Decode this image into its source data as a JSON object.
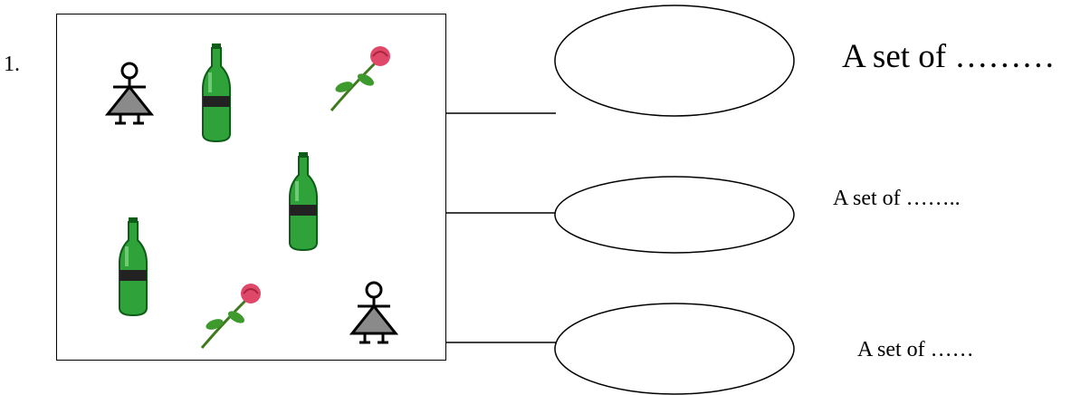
{
  "question": {
    "number": "1.",
    "items": [
      {
        "type": "person",
        "icon": "person-icon"
      },
      {
        "type": "bottle",
        "icon": "green-bottle-icon"
      },
      {
        "type": "rose",
        "icon": "rose-icon"
      },
      {
        "type": "bottle",
        "icon": "green-bottle-icon"
      },
      {
        "type": "bottle",
        "icon": "green-bottle-icon"
      },
      {
        "type": "rose",
        "icon": "rose-icon"
      },
      {
        "type": "person",
        "icon": "person-icon"
      }
    ],
    "answers": [
      {
        "label": "A set of ………"
      },
      {
        "label": "A set of …….."
      },
      {
        "label": "A set of ……"
      }
    ]
  },
  "colors": {
    "bottle_green": "#2fa33a",
    "bottle_dark": "#0d5c17",
    "rose_red": "#e0486a",
    "leaf_green": "#3f9a2e",
    "person_gray": "#8a8a8a"
  }
}
